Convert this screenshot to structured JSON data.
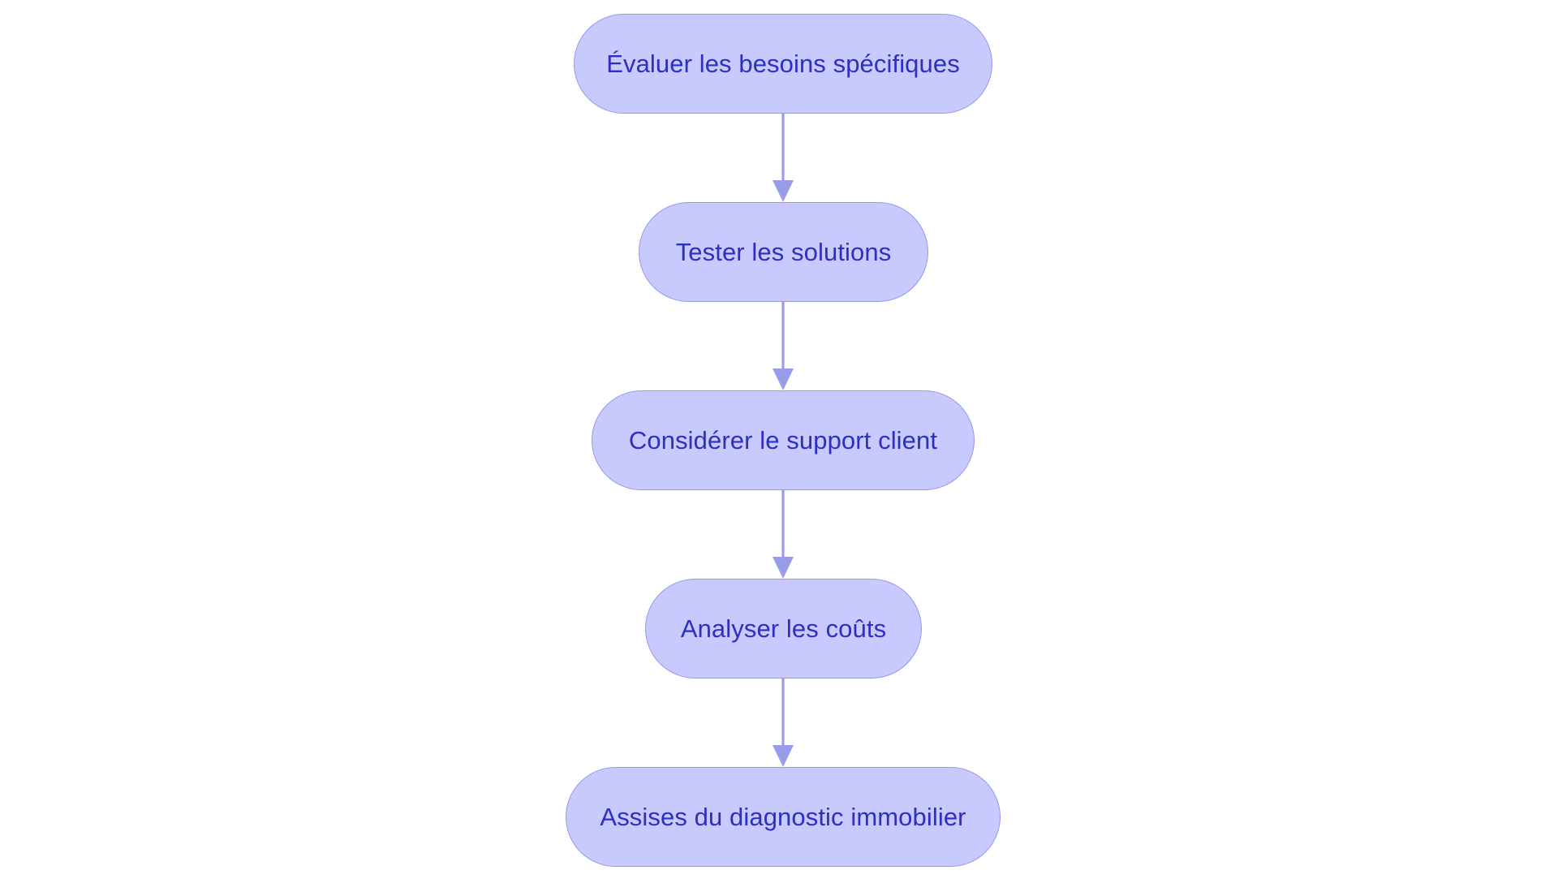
{
  "colors": {
    "node_fill": "#c8cafd",
    "node_border": "#9599ee",
    "text": "#2d2fc0",
    "edge": "#999ce9",
    "background": "#ffffff"
  },
  "nodes": [
    {
      "id": "evaluer",
      "label": "Évaluer les besoins spécifiques"
    },
    {
      "id": "tester",
      "label": "Tester les solutions"
    },
    {
      "id": "considerer",
      "label": "Considérer le support client"
    },
    {
      "id": "analyser",
      "label": "Analyser les coûts"
    },
    {
      "id": "assises",
      "label": "Assises du diagnostic immobilier"
    }
  ],
  "edges": [
    {
      "from": "evaluer",
      "to": "tester"
    },
    {
      "from": "tester",
      "to": "considerer"
    },
    {
      "from": "considerer",
      "to": "analyser"
    },
    {
      "from": "analyser",
      "to": "assises"
    }
  ]
}
